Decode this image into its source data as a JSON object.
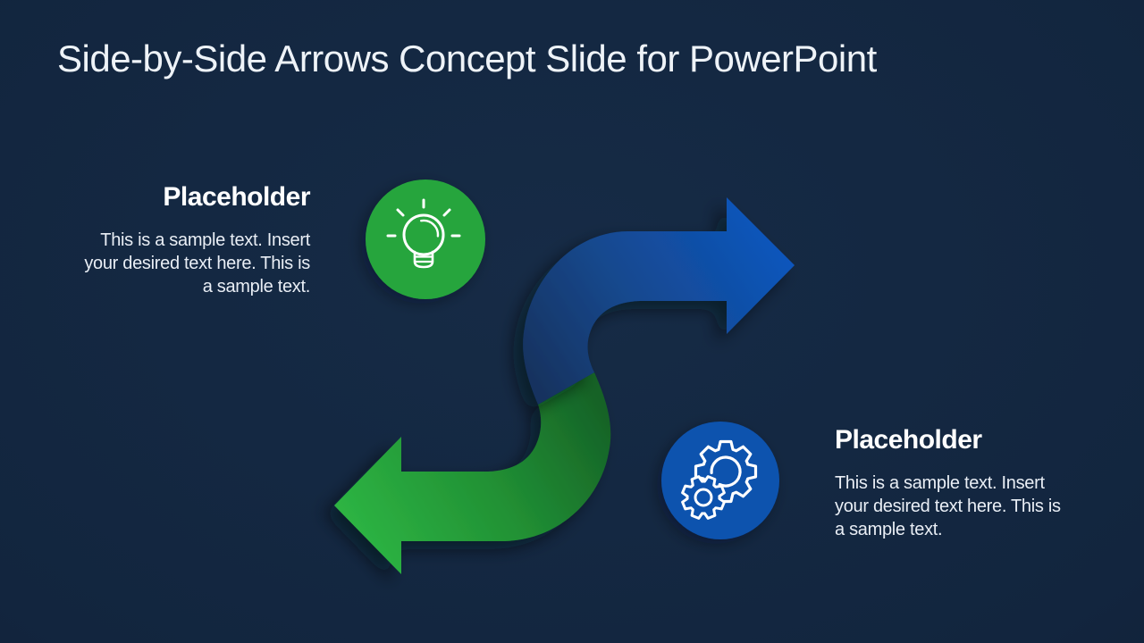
{
  "slide": {
    "title": "Side-by-Side Arrows Concept Slide for PowerPoint"
  },
  "left_item": {
    "heading": "Placeholder",
    "body_lines": [
      "This is a sample text. Insert",
      "your desired text here. This is",
      "a sample text."
    ],
    "icon": "lightbulb-icon"
  },
  "right_item": {
    "heading": "Placeholder",
    "body_lines": [
      "This is a sample text. Insert",
      "your desired text here. This is",
      "a sample text."
    ],
    "icon": "gears-icon"
  },
  "colors": {
    "background": "#12253e",
    "green_circle": "#26a53c",
    "blue_circle": "#0c52ae",
    "icon_stroke": "#ffffff",
    "blue_arrow_gradient": [
      "#12325e",
      "#14498f",
      "#0e56bf"
    ],
    "green_arrow_gradient": [
      "#166227",
      "#219134",
      "#2db343"
    ]
  }
}
